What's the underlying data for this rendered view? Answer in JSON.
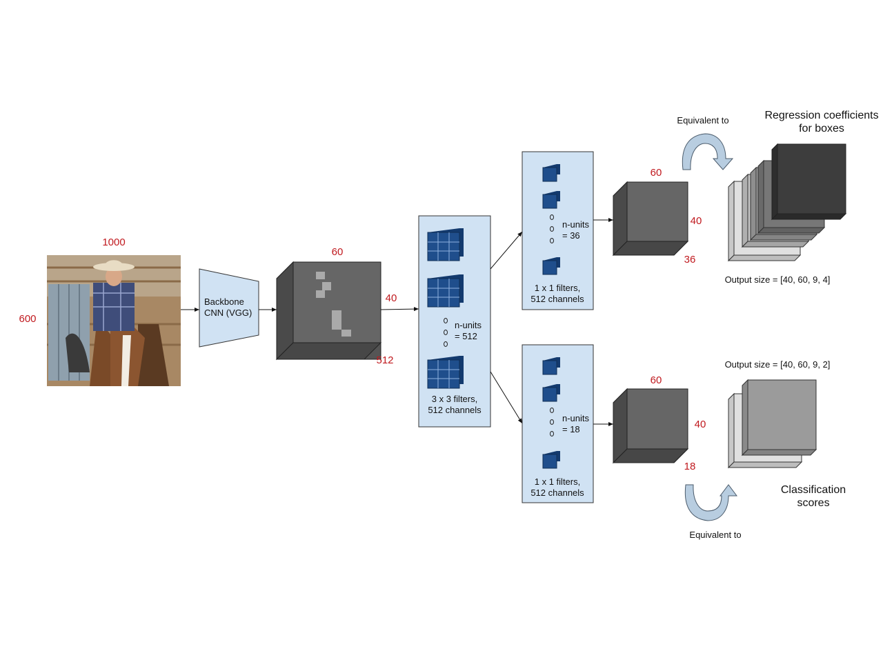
{
  "input_image": {
    "width_label": "1000",
    "height_label": "600"
  },
  "backbone": {
    "line1": "Backbone",
    "line2": "CNN (VGG)"
  },
  "feature_map": {
    "width_label": "60",
    "height_label": "40",
    "depth_label": "512"
  },
  "conv3x3": {
    "units_line1": "n-units",
    "units_line2": "= 512",
    "caption_line1": "3 x 3 filters,",
    "caption_line2": "512 channels"
  },
  "reg_branch": {
    "units_line1": "n-units",
    "units_line2": "= 36",
    "caption_line1": "1 x 1 filters,",
    "caption_line2": "512 channels",
    "out_width_label": "60",
    "out_height_label": "40",
    "out_depth_label": "36",
    "equivalent_label": "Equivalent to",
    "output_size": "Output size = [40, 60, 9, 4]",
    "title_line1": "Regression coefficients",
    "title_line2": "for boxes"
  },
  "cls_branch": {
    "units_line1": "n-units",
    "units_line2": "= 18",
    "caption_line1": "1 x 1 filters,",
    "caption_line2": "512 channels",
    "out_width_label": "60",
    "out_height_label": "40",
    "out_depth_label": "18",
    "equivalent_label": "Equivalent to",
    "output_size": "Output size = [40, 60, 9, 2]",
    "title_line1": "Classification",
    "title_line2": "scores"
  },
  "colors": {
    "dimension_text": "#c0191e",
    "panel_fill": "#d0e2f3",
    "filter_blue": "#1f4e8c",
    "cube_front": "#666666"
  }
}
